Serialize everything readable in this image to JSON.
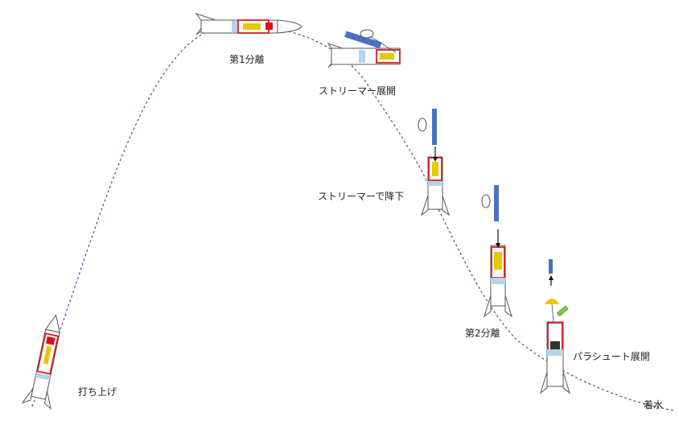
{
  "labels": {
    "launch": "打ち上げ",
    "first_separation": "第1分離",
    "streamer_deploy": "ストリーマー展開",
    "streamer_descent": "ストリーマーで降下",
    "second_separation": "第2分離",
    "parachute_deploy": "パラシュート展開",
    "splashdown": "着水"
  },
  "colors": {
    "trajectory": "#3a5a9c",
    "body_outline": "#555555",
    "payload_box": "#d81e1e",
    "coupler": "#b7d3ec",
    "motor": "#e8c800",
    "streamer": "#4a72c4",
    "parachute": "#f2c200",
    "nosecone_red": "#e01010"
  }
}
